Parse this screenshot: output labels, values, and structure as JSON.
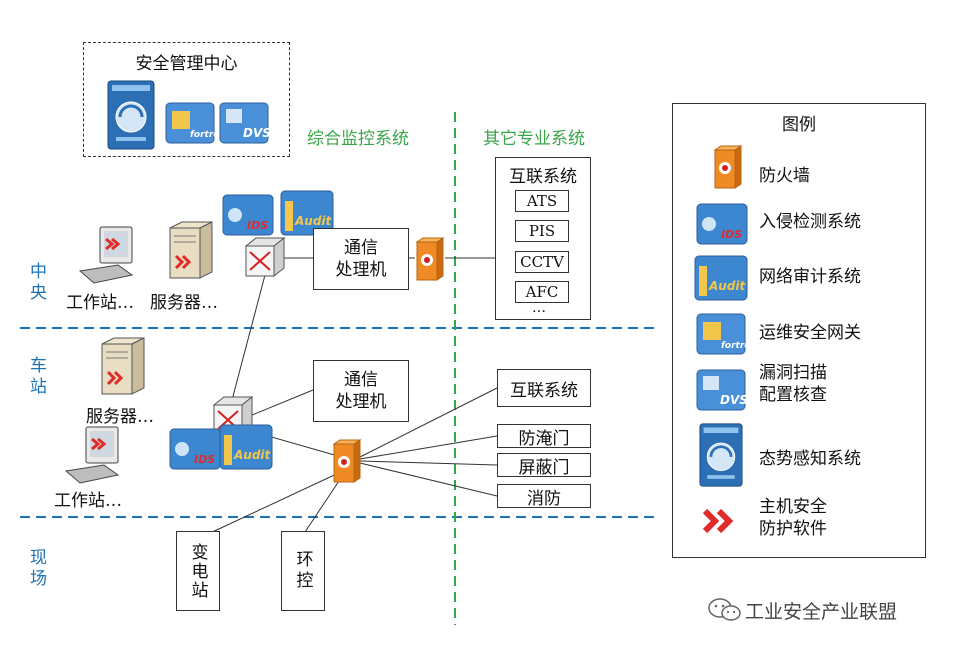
{
  "mgmt": {
    "title": "安全管理中心"
  },
  "columns": {
    "integrated": "综合监控系统",
    "other": "其它专业系统"
  },
  "zones": {
    "center": "中央",
    "station": "车站",
    "field": "现场"
  },
  "center": {
    "comm": "通信\n处理机",
    "workstation": "工作站…",
    "server": "服务器…",
    "interconnect_title": "互联系统",
    "interconnect_items": [
      "ATS",
      "PIS",
      "CCTV",
      "AFC"
    ],
    "more": "…"
  },
  "station": {
    "comm": "通信\n处理机",
    "server": "服务器…",
    "workstation": "工作站…",
    "systems": [
      "互联系统",
      "防淹门",
      "屏蔽门",
      "消防"
    ]
  },
  "field": {
    "substation": "变电站",
    "env": "环控"
  },
  "legend": {
    "title": "图例",
    "items": [
      "防火墙",
      "入侵检测系统",
      "网络审计系统",
      "运维安全网关",
      "漏洞扫描\n配置核查",
      "态势感知系统",
      "主机安全\n防护软件"
    ]
  },
  "icon_text": {
    "ids": "IDS",
    "audit": "Audit",
    "fortress": "fortress",
    "dvs": "DVS"
  },
  "watermark": "工业安全产业联盟",
  "colors": {
    "green": "#3aa64a",
    "blue": "#1c73b8",
    "red": "#e02b2b",
    "orange": "#f08a24"
  }
}
